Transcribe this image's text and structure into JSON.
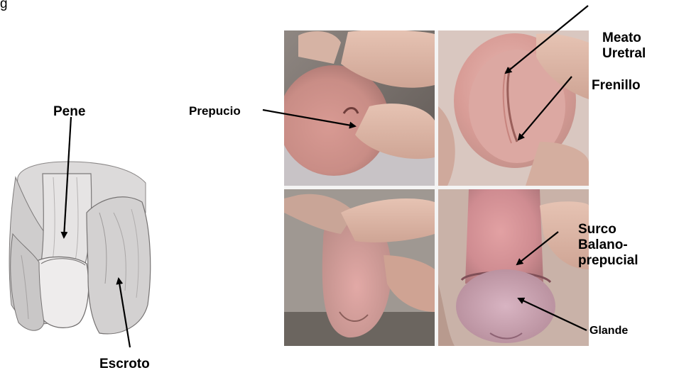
{
  "figure": {
    "prefix_fragment": "g",
    "labels": {
      "pene": "Pene",
      "escroto": "Escroto",
      "prepucio": "Prepucio",
      "meato_line1": "Meato",
      "meato_line2": "Uretral",
      "frenillo": "Frenillo",
      "surco_line1": "Surco",
      "surco_line2": "Balano-",
      "surco_line3": "prepucial",
      "glande": "Glande"
    },
    "colors": {
      "text": "#000000",
      "arrow": "#000000",
      "photo_divider": "#f4f4f4"
    }
  }
}
